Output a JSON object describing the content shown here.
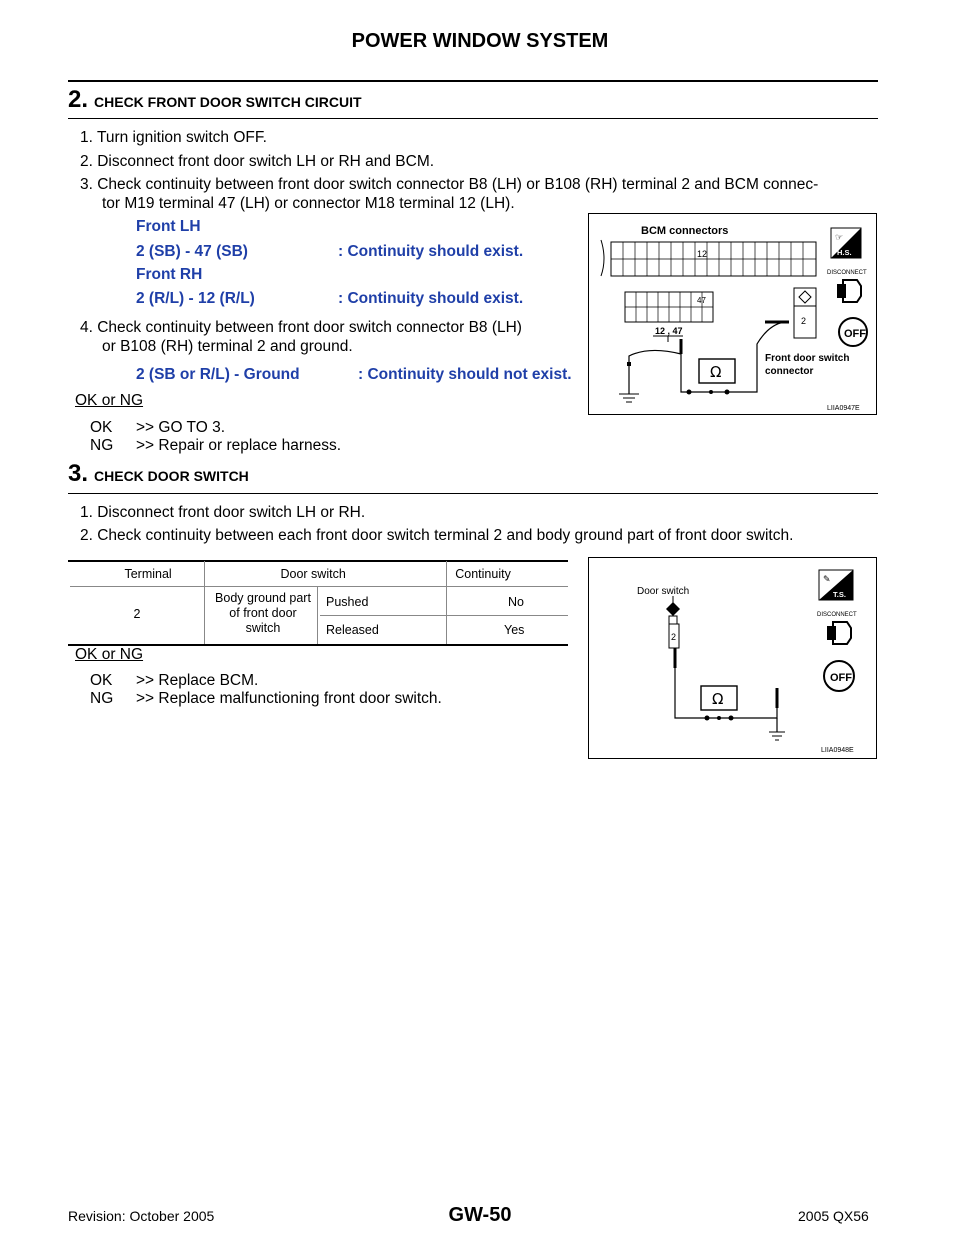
{
  "header": {
    "title": "POWER WINDOW SYSTEM"
  },
  "step2": {
    "num": "2.",
    "title": "CHECK FRONT DOOR SWITCH CIRCUIT",
    "item1": "1.  Turn ignition switch OFF.",
    "item2": "2.  Disconnect front door switch LH or RH and BCM.",
    "item3_line1": "3.  Check continuity between front door switch connector B8 (LH) or B108 (RH) terminal 2 and BCM connec-",
    "item3_line2": "tor M19 terminal 47 (LH) or connector M18 terminal 12 (LH).",
    "spec_front_lh": "Front LH",
    "spec_lh_terms": "2 (SB) - 47 (SB)",
    "spec_lh_result": ": Continuity should exist.",
    "spec_front_rh": "Front RH",
    "spec_rh_terms": "2 (R/L) - 12 (R/L)",
    "spec_rh_result": ": Continuity should exist.",
    "item4_line1": "4.  Check continuity between front door switch connector B8 (LH)",
    "item4_line2": "or B108 (RH) terminal 2 and ground.",
    "spec_gnd_terms": "2 (SB or R/L) - Ground",
    "spec_gnd_result": ": Continuity should not exist.",
    "okng": "OK or NG",
    "ok_key": "OK",
    "ok_val": ">> GO TO 3.",
    "ng_key": "NG",
    "ng_val": ">> Repair or replace harness.",
    "figure": {
      "bcm_label": "BCM connectors",
      "pin12": "12",
      "pin47": "47",
      "pins_probe": "12 , 47",
      "hs_badge": "H.S.",
      "disconnect": "DISCONNECT",
      "off": "OFF",
      "pin2": "2",
      "ohm": "Ω",
      "fds_label1": "Front door switch",
      "fds_label2": "connector",
      "fig_id": "LIIA0947E"
    }
  },
  "step3": {
    "num": "3.",
    "title": "CHECK DOOR SWITCH",
    "item1": "1.  Disconnect front door switch LH or RH.",
    "item2": "2.  Check continuity between each front door switch terminal 2 and body ground part of front door switch.",
    "table": {
      "headers": [
        "Terminal",
        "Door switch",
        "Continuity"
      ],
      "terminal": "2",
      "ground_l1": "Body ground part",
      "ground_l2": "of front door",
      "ground_l3": "switch",
      "rows": [
        {
          "door": "Pushed",
          "cont": "No"
        },
        {
          "door": "Released",
          "cont": "Yes"
        }
      ]
    },
    "okng": "OK or NG",
    "ok_key": "OK",
    "ok_val": ">> Replace BCM.",
    "ng_key": "NG",
    "ng_val": ">> Replace malfunctioning front door switch.",
    "figure": {
      "label": "Door switch",
      "pin2": "2",
      "ts_badge": "T.S.",
      "disconnect": "DISCONNECT",
      "off": "OFF",
      "ohm": "Ω",
      "fig_id": "LIIA0948E"
    }
  },
  "footer": {
    "revision": "Revision: October 2005",
    "page": "GW-50",
    "model": "2005 QX56"
  }
}
